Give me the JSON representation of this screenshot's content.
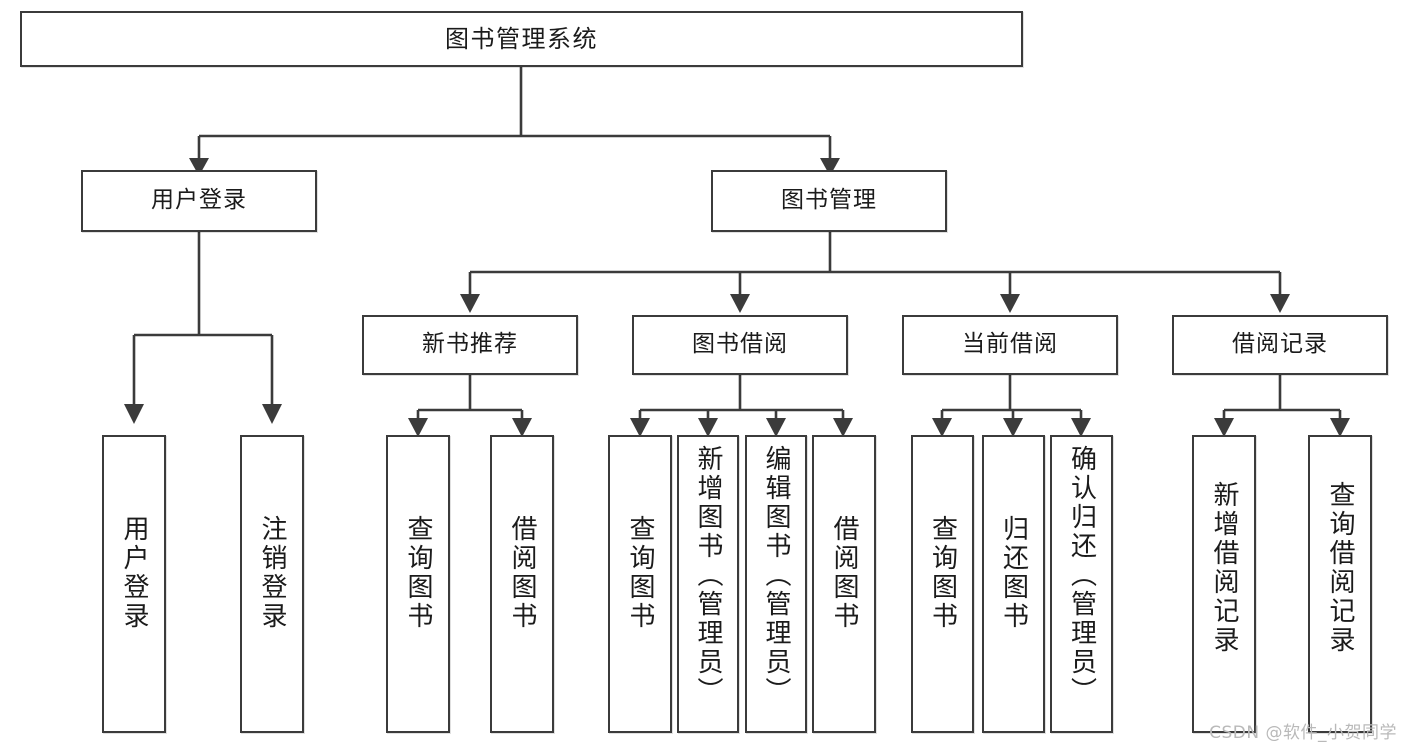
{
  "diagram": {
    "title": "图书管理系统",
    "type": "tree",
    "watermark": "CSDN @软件_小贺同学",
    "colors": {
      "box_border": "#3b3b3b",
      "box_fill": "#ffffff",
      "text": "#1b1b1b",
      "connector": "#3b3b3b",
      "watermark": "#b9b9b9",
      "background": "#ffffff"
    },
    "levels": {
      "root": [
        "图书管理系统"
      ],
      "level2": [
        "用户登录",
        "图书管理"
      ],
      "level3": [
        "新书推荐",
        "图书借阅",
        "当前借阅",
        "借阅记录"
      ],
      "leaves": [
        "用户登录",
        "注销登录",
        "查询图书",
        "借阅图书",
        "查询图书",
        "新增图书（管理员）",
        "编辑图书（管理员）",
        "借阅图书",
        "查询图书",
        "归还图书",
        "确认归还（管理员）",
        "新增借阅记录",
        "查询借阅记录"
      ]
    },
    "nodes": {
      "root": {
        "label": "图书管理系统"
      },
      "user_login": {
        "label": "用户登录"
      },
      "book_mgmt": {
        "label": "图书管理"
      },
      "new_book_rec": {
        "label": "新书推荐"
      },
      "book_borrow": {
        "label": "图书借阅"
      },
      "current_borrow": {
        "label": "当前借阅"
      },
      "borrow_record": {
        "label": "借阅记录"
      },
      "leaf_user_login": {
        "label": "用户登录"
      },
      "leaf_logout": {
        "label": "注销登录"
      },
      "leaf_query_book_1": {
        "label": "查询图书"
      },
      "leaf_borrow_book_1": {
        "label": "借阅图书"
      },
      "leaf_query_book_2": {
        "label": "查询图书"
      },
      "leaf_add_book_admin": {
        "label": "新增图书（管理员）"
      },
      "leaf_edit_book_admin": {
        "label": "编辑图书（管理员）"
      },
      "leaf_borrow_book_2": {
        "label": "借阅图书"
      },
      "leaf_query_book_3": {
        "label": "查询图书"
      },
      "leaf_return_book": {
        "label": "归还图书"
      },
      "leaf_confirm_return_admin": {
        "label": "确认归还（管理员）"
      },
      "leaf_add_record": {
        "label": "新增借阅记录"
      },
      "leaf_query_record": {
        "label": "查询借阅记录"
      }
    }
  }
}
